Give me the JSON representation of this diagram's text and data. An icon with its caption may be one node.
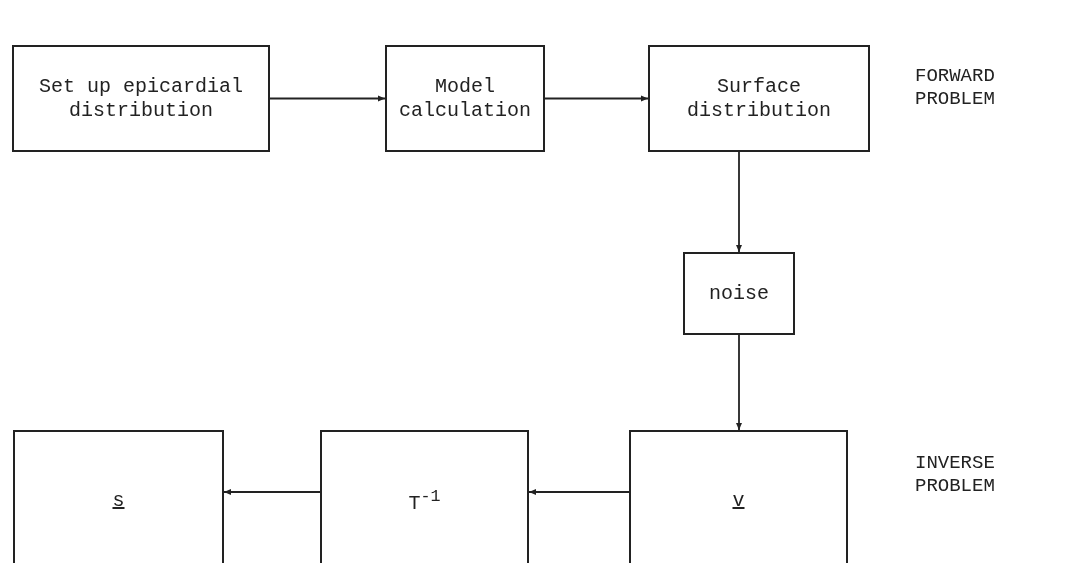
{
  "diagram": {
    "nodes": [
      {
        "text": [
          "Set up epicardial distribution"
        ]
      },
      {
        "text": [
          "Model calculation"
        ]
      },
      {
        "text": [
          "Surface distribution"
        ]
      },
      {
        "text": [
          "noise"
        ]
      },
      {
        "text": [
          "v"
        ]
      },
      {
        "text": [
          "T$^{-1}$"
        ]
      },
      {
        "text": [
          "s"
        ]
      }
    ],
    "edges": [
      {
        "from": 0,
        "to": 1,
        "arrow": "to"
      },
      {
        "from": 1,
        "to": 2,
        "arrow": "to"
      },
      {
        "from": 2,
        "to": 3,
        "arrow": "to"
      },
      {
        "from": 3,
        "to": 4,
        "arrow": "to"
      },
      {
        "from": 4,
        "to": 5,
        "arrow": "to"
      },
      {
        "from": 5,
        "to": 6,
        "arrow": "to"
      }
    ],
    "labels": [
      "FORWARD PROBLEM",
      "INVERSE PROBLEM"
    ]
  }
}
